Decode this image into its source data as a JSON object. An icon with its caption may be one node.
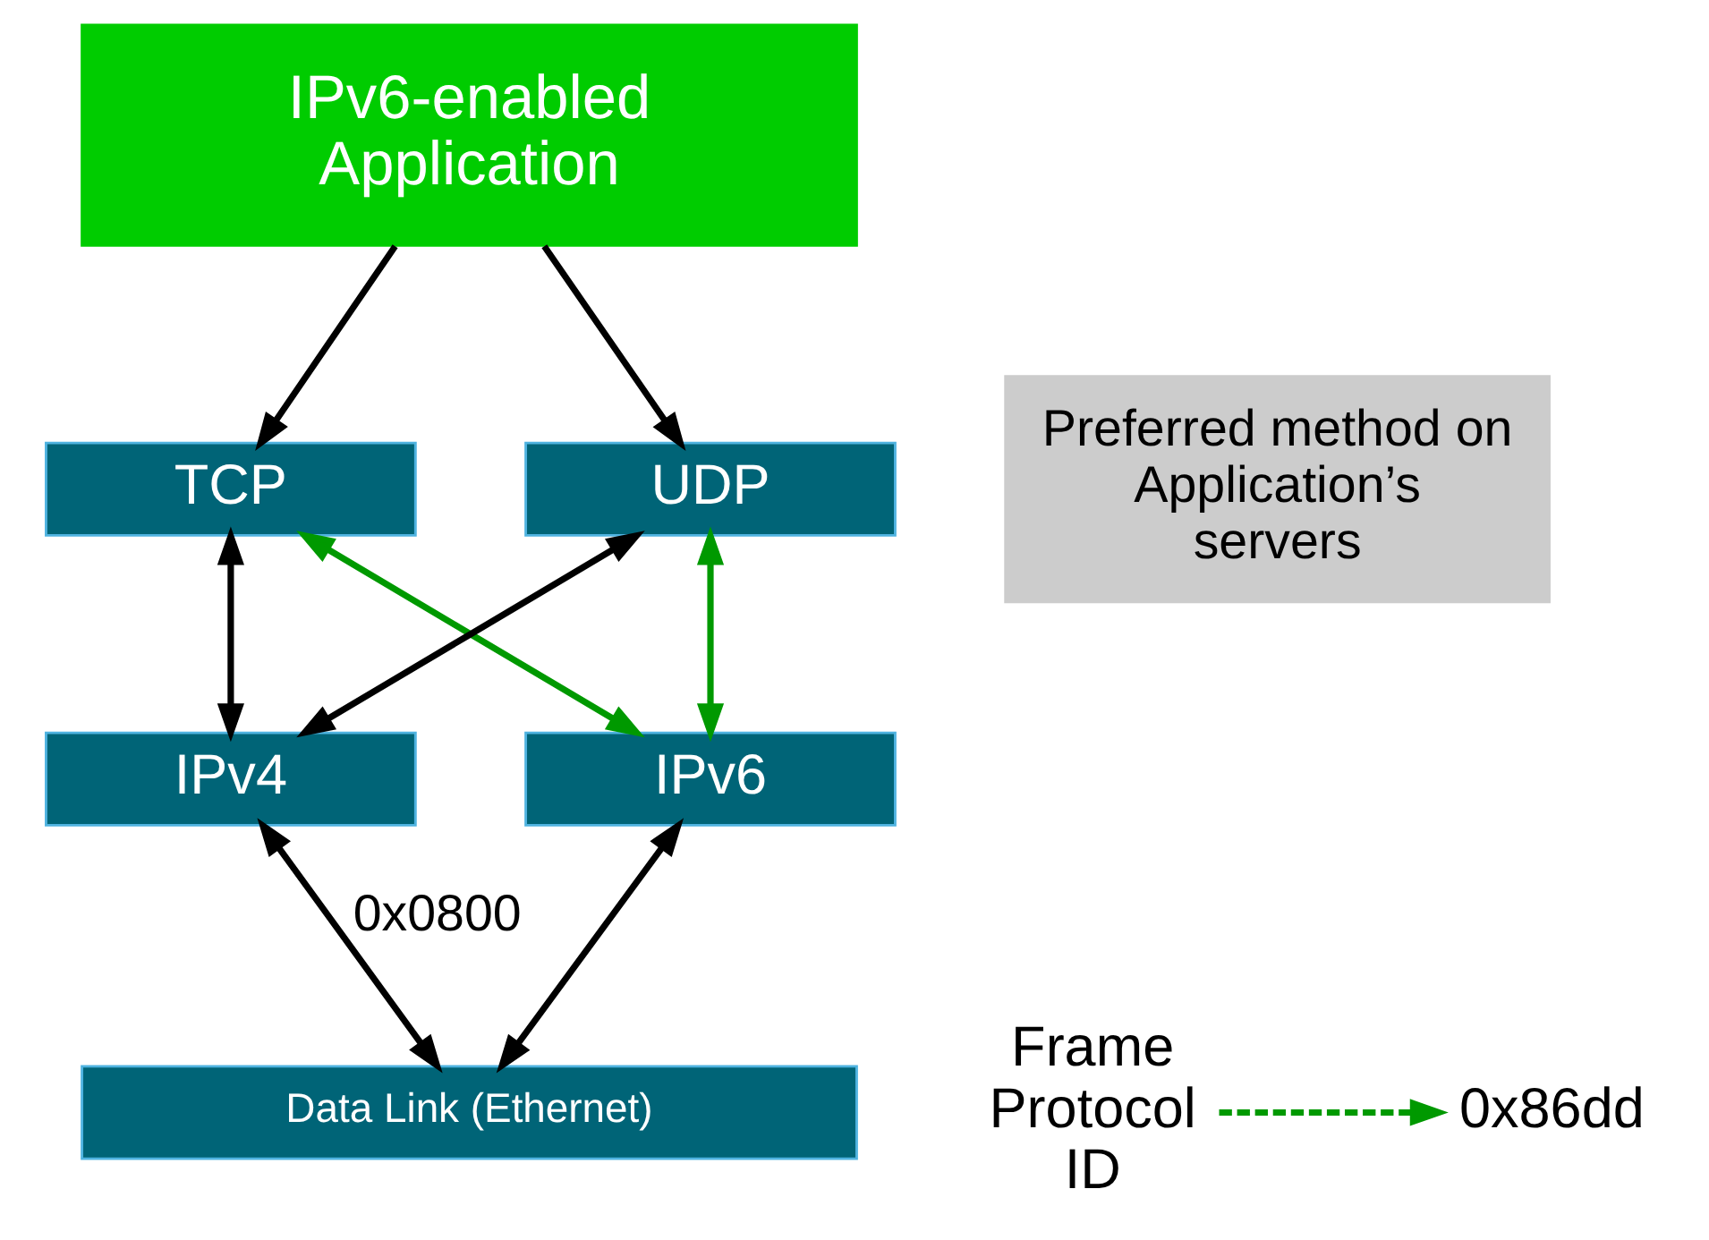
{
  "diagram": {
    "nodes": [
      {
        "text": [
          "IPv6-enabled Application"
        ]
      },
      {
        "text": [
          "TCP"
        ]
      },
      {
        "text": [
          "UDP"
        ]
      },
      {
        "text": [
          "IPv4"
        ]
      },
      {
        "text": [
          "IPv6"
        ]
      },
      {
        "text": [
          "Data Link (Ethernet)"
        ]
      },
      {
        "text": [
          "0x86dd"
        ]
      },
      {
        "text": [
          "Frame Protocol ID"
        ]
      },
      {
        "text": [
          "Preferred method on Application’s servers"
        ]
      }
    ],
    "edges": [
      {
        "from": 0,
        "to": 1,
        "arrow": "to"
      },
      {
        "from": 0,
        "to": 2,
        "arrow": "to"
      },
      {
        "from": 1,
        "to": 3,
        "arrow": "both"
      },
      {
        "from": 2,
        "to": 3,
        "arrow": "both"
      },
      {
        "from": 1,
        "to": 4,
        "arrow": "both",
        "color": "#009900"
      },
      {
        "from": 2,
        "to": 4,
        "arrow": "both",
        "color": "#009900"
      },
      {
        "from": 3,
        "to": 5,
        "arrow": "both",
        "label": "0x0800"
      },
      {
        "from": 4,
        "to": 5,
        "arrow": "both"
      },
      {
        "from": 7,
        "to": 6,
        "arrow": "to",
        "style": "dashed",
        "color": "#009900"
      }
    ]
  }
}
